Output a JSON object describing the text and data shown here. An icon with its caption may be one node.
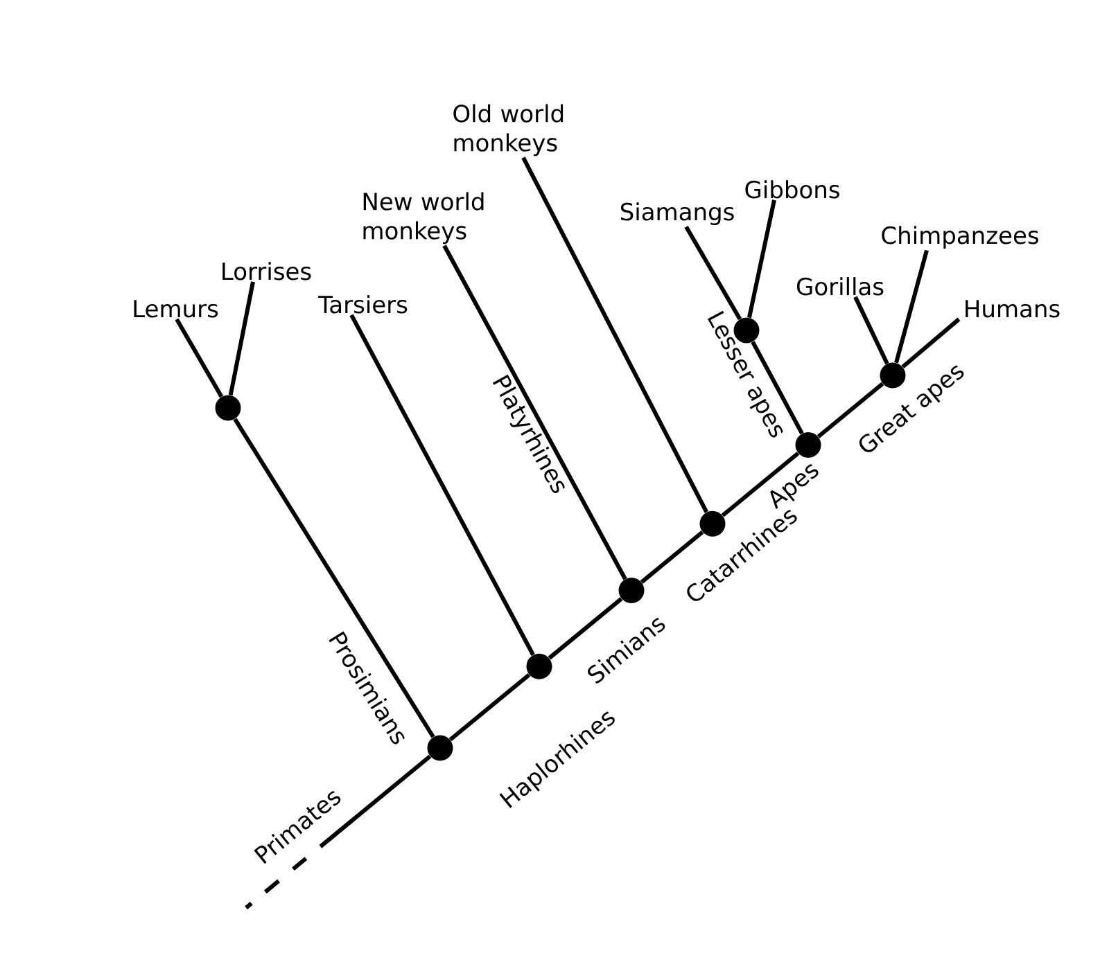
{
  "diagram": {
    "nodes": [
      {
        "text": [
          "Lemurs"
        ]
      },
      {
        "text": [
          "Lorrises"
        ]
      },
      {
        "text": [
          "Tarsiers"
        ]
      },
      {
        "text": [
          "New world monkeys"
        ]
      },
      {
        "text": [
          "Old world monkeys"
        ]
      },
      {
        "text": [
          "Siamangs"
        ]
      },
      {
        "text": [
          "Gibbons"
        ]
      },
      {
        "text": [
          "Gorillas"
        ]
      },
      {
        "text": [
          "Chimpanzees"
        ]
      },
      {
        "text": [
          "Humans"
        ]
      },
      {
        "text": [],
        "shape": "circle"
      },
      {
        "text": [],
        "shape": "circle"
      },
      {
        "text": [],
        "shape": "circle"
      },
      {
        "text": [],
        "shape": "circle"
      },
      {
        "text": [],
        "shape": "circle"
      },
      {
        "text": [],
        "shape": "circle"
      },
      {
        "text": [],
        "shape": "circle"
      },
      {
        "text": [],
        "shape": "circle"
      }
    ],
    "edges": [
      {
        "from": null,
        "to": 11,
        "arrow": "none",
        "label": "Primates",
        "style": "dashed"
      },
      {
        "from": 11,
        "to": 10,
        "arrow": "none",
        "label": "Prosimians"
      },
      {
        "from": 10,
        "to": 0,
        "arrow": "none"
      },
      {
        "from": 10,
        "to": 1,
        "arrow": "none"
      },
      {
        "from": 11,
        "to": 12,
        "arrow": "none",
        "label": "Haplorhines"
      },
      {
        "from": 12,
        "to": 2,
        "arrow": "none"
      },
      {
        "from": 12,
        "to": 13,
        "arrow": "none",
        "label": "Simians"
      },
      {
        "from": 13,
        "to": 3,
        "arrow": "none",
        "label": "Platyrhines"
      },
      {
        "from": 13,
        "to": 14,
        "arrow": "none",
        "label": "Catarrhines"
      },
      {
        "from": 14,
        "to": 4,
        "arrow": "none"
      },
      {
        "from": 14,
        "to": 16,
        "arrow": "none",
        "label": "Apes"
      },
      {
        "from": 16,
        "to": 15,
        "arrow": "none",
        "label": "Lesser apes"
      },
      {
        "from": 15,
        "to": 5,
        "arrow": "none"
      },
      {
        "from": 15,
        "to": 6,
        "arrow": "none"
      },
      {
        "from": 16,
        "to": 17,
        "arrow": "none",
        "label": "Great apes"
      },
      {
        "from": 17,
        "to": 7,
        "arrow": "none"
      },
      {
        "from": 17,
        "to": 8,
        "arrow": "none"
      },
      {
        "from": 17,
        "to": 9,
        "arrow": "none"
      }
    ]
  }
}
